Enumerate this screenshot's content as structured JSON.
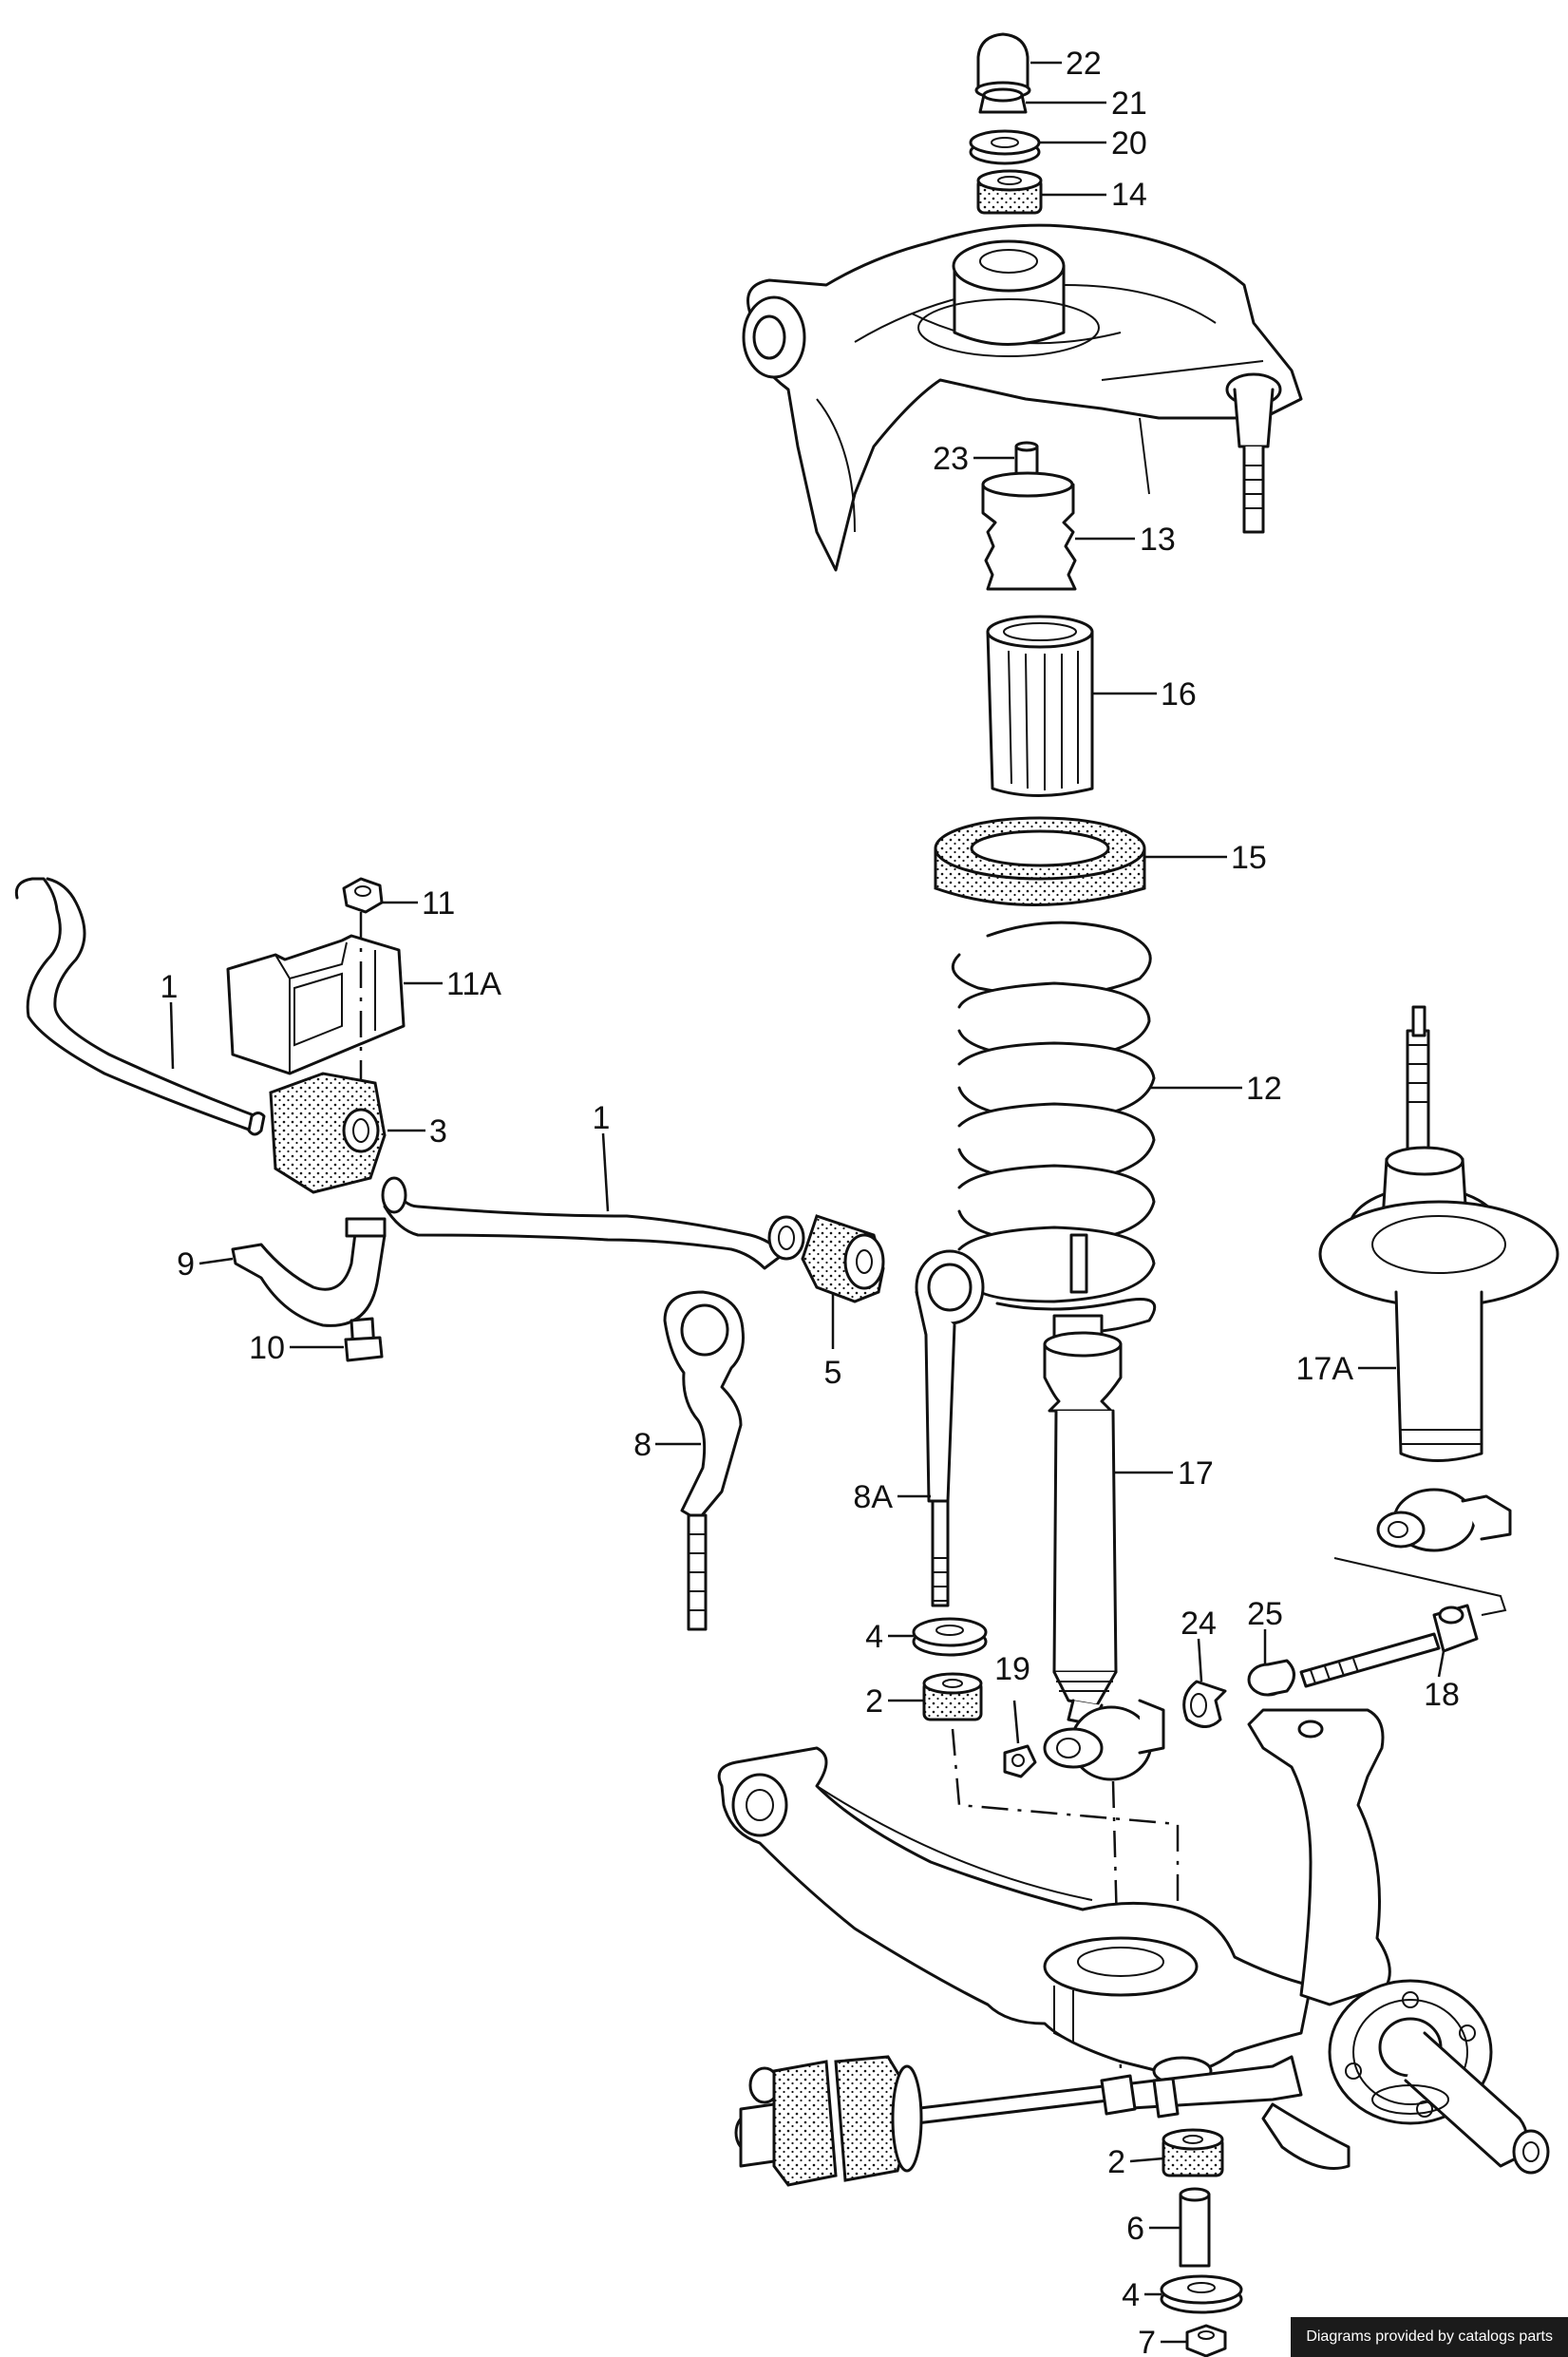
{
  "diagram": {
    "callouts": [
      {
        "id": "c22",
        "label": "22"
      },
      {
        "id": "c21",
        "label": "21"
      },
      {
        "id": "c20",
        "label": "20"
      },
      {
        "id": "c14",
        "label": "14"
      },
      {
        "id": "c23",
        "label": "23"
      },
      {
        "id": "c13",
        "label": "13"
      },
      {
        "id": "c16",
        "label": "16"
      },
      {
        "id": "c15",
        "label": "15"
      },
      {
        "id": "c12",
        "label": "12"
      },
      {
        "id": "c11",
        "label": "11"
      },
      {
        "id": "c11a",
        "label": "11A"
      },
      {
        "id": "c1a",
        "label": "1"
      },
      {
        "id": "c3",
        "label": "3"
      },
      {
        "id": "c1b",
        "label": "1"
      },
      {
        "id": "c9",
        "label": "9"
      },
      {
        "id": "c10",
        "label": "10"
      },
      {
        "id": "c5",
        "label": "5"
      },
      {
        "id": "c8",
        "label": "8"
      },
      {
        "id": "c8a",
        "label": "8A"
      },
      {
        "id": "c17",
        "label": "17"
      },
      {
        "id": "c17a",
        "label": "17A"
      },
      {
        "id": "c4a",
        "label": "4"
      },
      {
        "id": "c2a",
        "label": "2"
      },
      {
        "id": "c19",
        "label": "19"
      },
      {
        "id": "c24",
        "label": "24"
      },
      {
        "id": "c25",
        "label": "25"
      },
      {
        "id": "c18",
        "label": "18"
      },
      {
        "id": "c2b",
        "label": "2"
      },
      {
        "id": "c6",
        "label": "6"
      },
      {
        "id": "c4b",
        "label": "4"
      },
      {
        "id": "c7",
        "label": "7"
      }
    ]
  },
  "footer": {
    "credit": "Diagrams provided by catalogs parts"
  }
}
